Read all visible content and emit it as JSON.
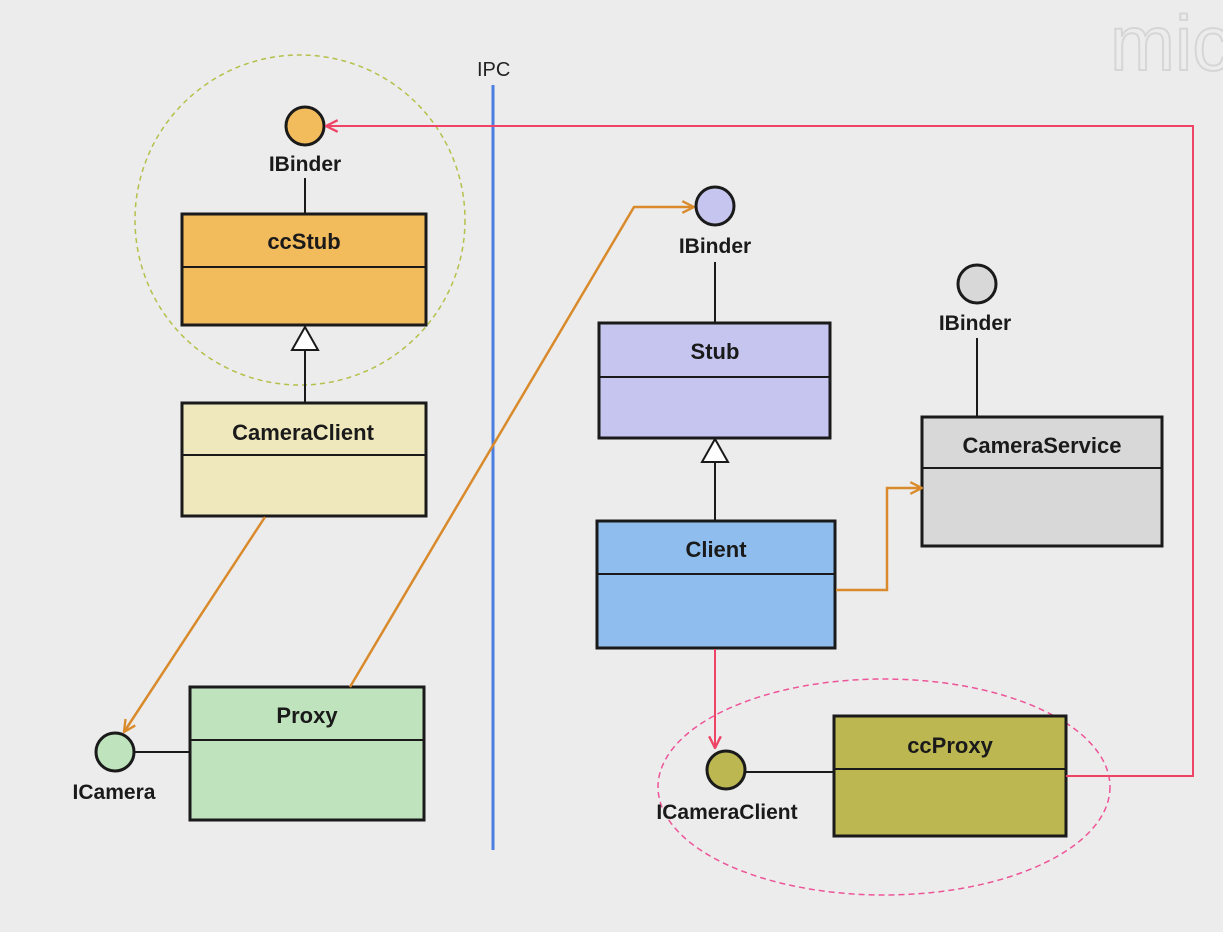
{
  "ipc_label": "IPC",
  "watermark_text": "mic",
  "colors": {
    "ccstub": "#f2bb5c",
    "cameraclient": "#efe8bd",
    "proxy": "#bfe3bd",
    "stub": "#c5c5ef",
    "client": "#8fbdee",
    "cameraservice": "#d8d8d8",
    "ccproxy": "#bdb752",
    "ipc_line": "#4a7fe0",
    "orange_arrow": "#d98a2b",
    "pink_arrow": "#ee4466"
  },
  "classes": {
    "ccstub": "ccStub",
    "cameraclient": "CameraClient",
    "proxy": "Proxy",
    "stub": "Stub",
    "client": "Client",
    "cameraservice": "CameraService",
    "ccproxy": "ccProxy"
  },
  "interfaces": {
    "ccstub_ibinder": "IBinder",
    "stub_ibinder": "IBinder",
    "cameraservice_ibinder": "IBinder",
    "icamera": "ICamera",
    "icameraclient": "ICameraClient"
  }
}
